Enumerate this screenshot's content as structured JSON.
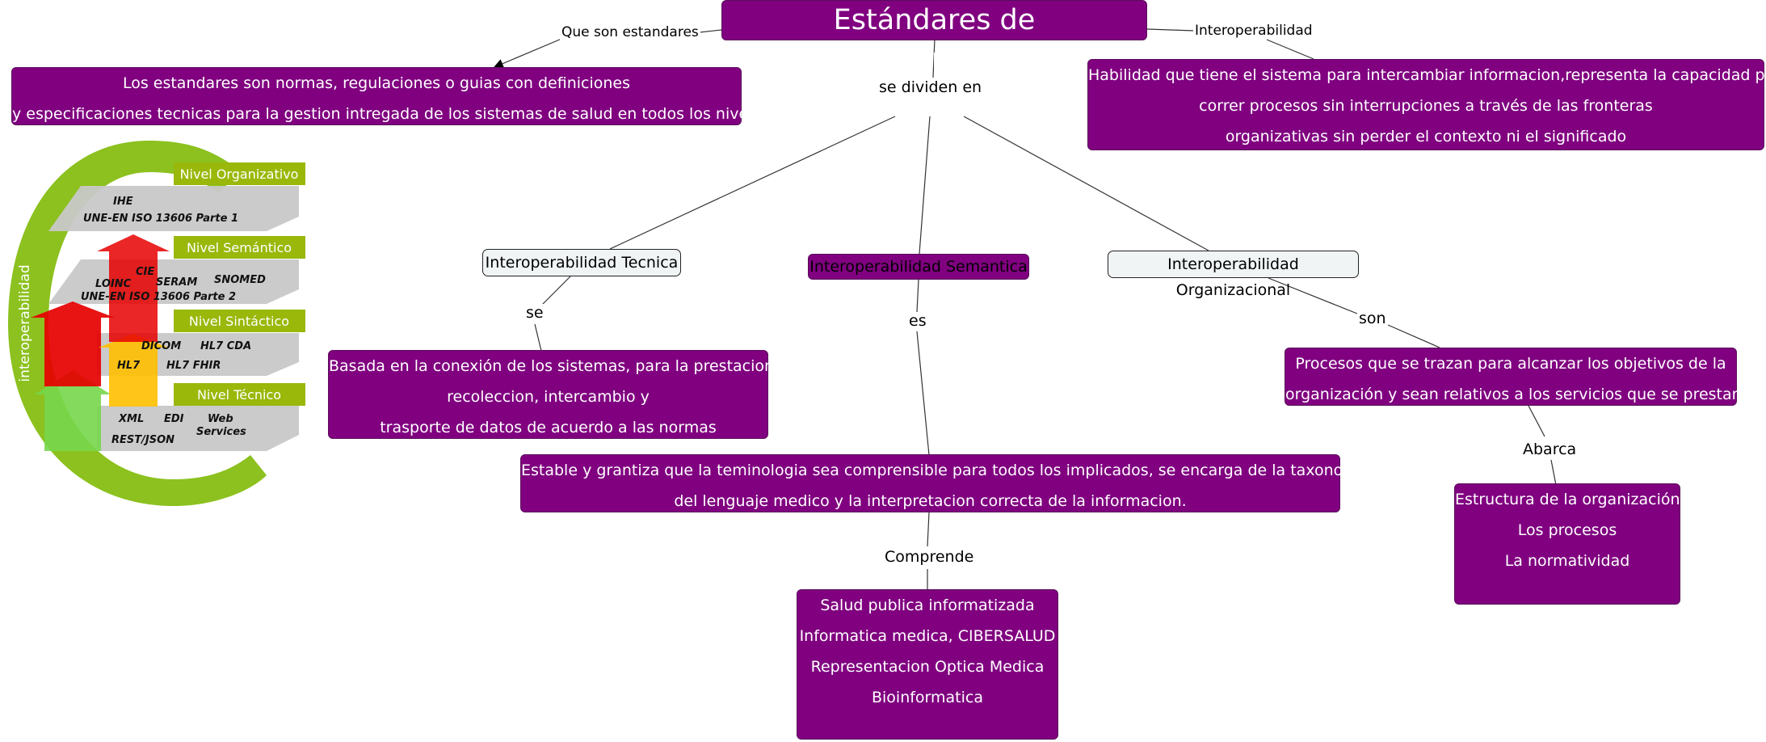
{
  "title": "Estándares de interoperabilidad",
  "links": {
    "que_son": "Que son estandares",
    "interoperabilidad": "Interoperabilidad",
    "se_dividen": "se dividen en",
    "se": "se",
    "es": "es",
    "son": "son",
    "comprende": "Comprende",
    "abarca": "Abarca"
  },
  "nodes": {
    "definicion": [
      "Los estandares son normas, regulaciones o guias con definiciones",
      "y especificaciones tecnicas para la gestion intregada de los sistemas de salud en todos los niveles"
    ],
    "habilidad": [
      "Habilidad que tiene el sistema para intercambiar informacion,representa la capacidad para",
      "correr procesos sin interrupciones a través de las fronteras",
      "organizativas sin perder el contexto ni el significado"
    ],
    "tecnica": "Interoperabilidad Tecnica",
    "semantica": "Interoperabilidad Semantica",
    "organizacional": "Interoperabilidad Organizacional",
    "tecnica_desc": [
      "Basada en la conexión de los sistemas, para la prestacion,",
      "recoleccion, intercambio y",
      "trasporte de datos de acuerdo a las normas"
    ],
    "semantica_desc": [
      "Estable y grantiza que la teminologia sea comprensible para todos los implicados, se encarga de la taxonomia",
      "del lenguaje medico y la interpretacion correcta de la informacion."
    ],
    "organizacional_desc": [
      "Procesos que se trazan para alcanzar los objetivos de la",
      "organización y sean relativos a los servicios que se prestan"
    ],
    "comprende_list": [
      "Salud publica informatizada",
      "Informatica medica, CIBERSALUD",
      "Representacion Optica Medica",
      "Bioinformatica"
    ],
    "abarca_list": [
      "Estructura de la organización",
      "Los procesos",
      "La normatividad"
    ]
  },
  "illustration": {
    "side_label": "interoperabilidad",
    "levels": [
      "Nivel Organizativo",
      "Nivel Semántico",
      "Nivel Sintáctico",
      "Nivel Técnico"
    ],
    "organizativo_terms": [
      "IHE",
      "UNE-EN ISO 13606 Parte 1"
    ],
    "semantico_terms": [
      "CIE",
      "LOINC",
      "SERAM",
      "SNOMED",
      "UNE-EN ISO 13606 Parte 2"
    ],
    "sintactico_terms": [
      "DICOM",
      "HL7 CDA",
      "HL7",
      "HL7 FHIR"
    ],
    "tecnico_terms": [
      "XML",
      "EDI",
      "Web",
      "Services",
      "REST/JSON"
    ]
  },
  "colors": {
    "node_fill": "#800080",
    "light_fill": "#f0f4f5",
    "ring_green": "#8cc11f",
    "level_green": "#99b80a",
    "arrow_red": "#e60000",
    "arrow_yellow": "#ffc000",
    "arrow_green": "#77d64b"
  }
}
